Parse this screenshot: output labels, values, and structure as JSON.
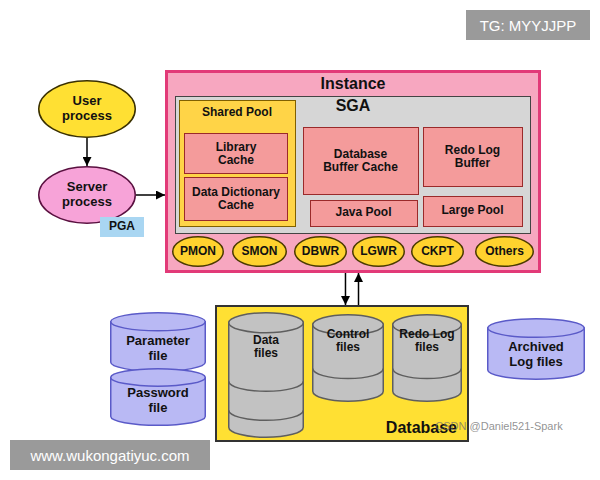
{
  "diagram": {
    "nodes": [
      {
        "text": [
          "User process"
        ]
      },
      {
        "text": [
          "Server process"
        ]
      },
      {
        "text": [
          "PGA"
        ],
        "in": 1
      },
      {
        "text": [
          "Instance"
        ]
      },
      {
        "text": [
          "SGA"
        ],
        "in": 3
      },
      {
        "text": [
          "Shared Pool"
        ],
        "in": 4
      },
      {
        "text": [
          "Library Cache"
        ],
        "in": 5
      },
      {
        "text": [
          "Data Dictionary Cache"
        ],
        "in": 5
      },
      {
        "text": [
          "Database Buffer Cache"
        ],
        "in": 4
      },
      {
        "text": [
          "Redo Log Buffer"
        ],
        "in": 4
      },
      {
        "text": [
          "Java Pool"
        ],
        "in": 4
      },
      {
        "text": [
          "Large Pool"
        ],
        "in": 4
      },
      {
        "text": [
          "PMON"
        ],
        "in": 3
      },
      {
        "text": [
          "SMON"
        ],
        "in": 3
      },
      {
        "text": [
          "DBWR"
        ],
        "in": 3
      },
      {
        "text": [
          "LGWR"
        ],
        "in": 3
      },
      {
        "text": [
          "CKPT"
        ],
        "in": 3
      },
      {
        "text": [
          "Others"
        ],
        "in": 3
      },
      {
        "text": [
          "Parameter file"
        ]
      },
      {
        "text": [
          "Password file"
        ]
      },
      {
        "text": [
          "Database"
        ]
      },
      {
        "text": [
          "Data files"
        ],
        "in": 20
      },
      {
        "text": [
          "Control files"
        ],
        "in": 20
      },
      {
        "text": [
          "Redo Log files"
        ],
        "in": 20
      },
      {
        "text": [
          "Archived Log files"
        ]
      }
    ],
    "edges": [
      {
        "from": 0,
        "to": 1,
        "arrow": "to"
      },
      {
        "from": 1,
        "to": 3,
        "arrow": "to"
      },
      {
        "from": 3,
        "to": 20,
        "arrow": "to"
      },
      {
        "from": 20,
        "to": 3,
        "arrow": "to"
      }
    ],
    "labels": [
      "TG: MYYJJPP",
      "CSDN @Daniel521-Spark",
      "www.wukongatiyuc.com"
    ]
  }
}
